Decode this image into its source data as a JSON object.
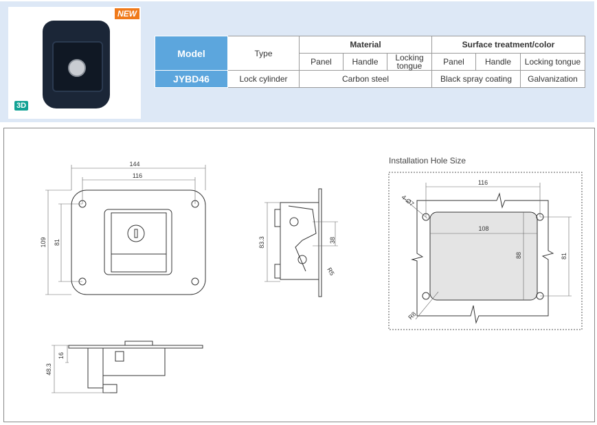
{
  "product": {
    "badge_new": "NEW",
    "badge_3d": "3D"
  },
  "table": {
    "headers": {
      "model": "Model",
      "type": "Type",
      "material": "Material",
      "surface": "Surface treatment/color",
      "panel": "Panel",
      "handle": "Handle",
      "locking_tongue": "Locking tongue"
    },
    "row": {
      "model": "JYBD46",
      "type": "Lock cylinder",
      "material": "Carbon steel",
      "surface_panel_handle": "Black spray coating",
      "surface_tongue": "Galvanization"
    }
  },
  "drawing": {
    "front": {
      "width_total": "144",
      "hole_spacing_w": "116",
      "height_total": "109",
      "hole_spacing_h": "81"
    },
    "side": {
      "height": "83.3",
      "dim38": "38",
      "radius": "R5"
    },
    "bottom": {
      "depth": "48.3",
      "flange": "16"
    },
    "hole": {
      "title": "Installation Hole Size",
      "hole_spacing_w": "116",
      "hole_dia": "4-Ø7",
      "cut_w": "108",
      "cut_h": "88",
      "hole_spacing_h": "81",
      "radius": "R8"
    }
  }
}
